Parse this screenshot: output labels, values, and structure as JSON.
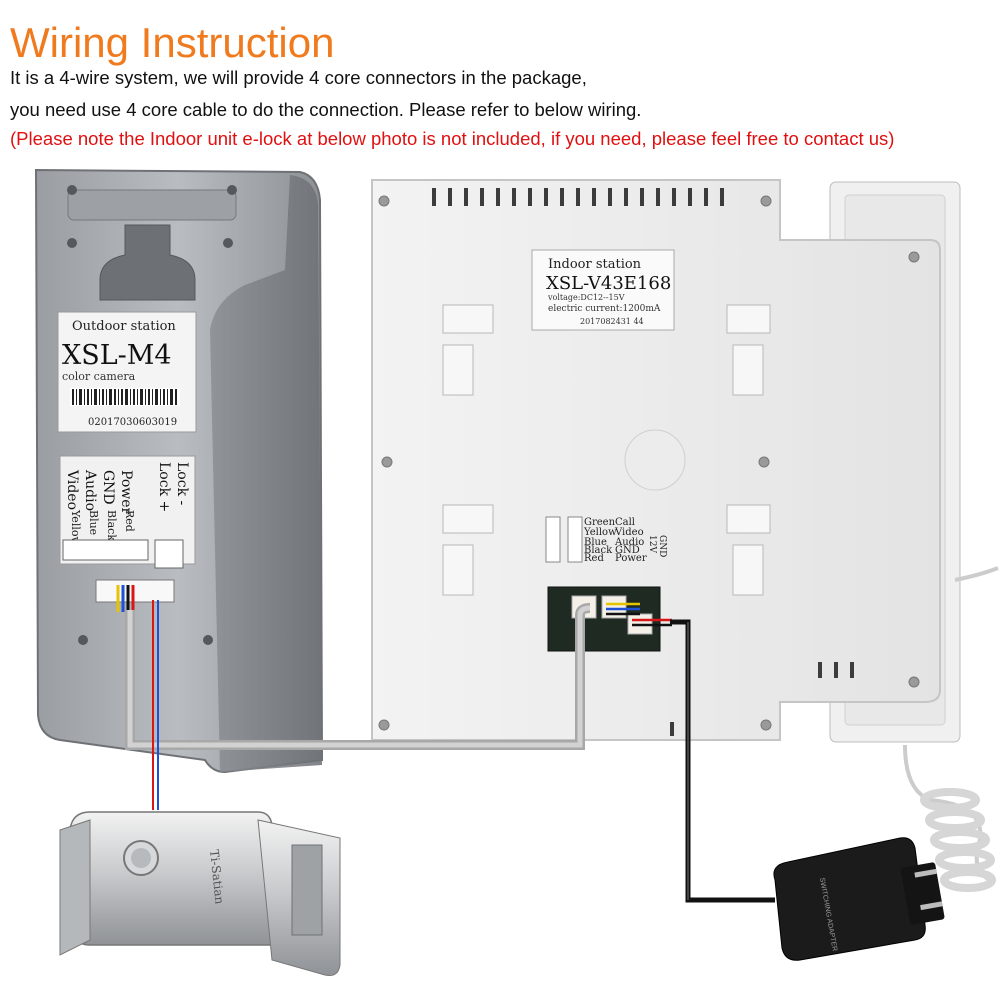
{
  "header": {
    "title": "Wiring Instruction",
    "line1": "It is a 4-wire system, we will provide 4 core connectors in the package,",
    "line2": "you need use 4 core cable to do the connection. Please refer to below wiring.",
    "note": "(Please note the Indoor unit e-lock at below photo is not included, if you need, please feel free to contact us)"
  },
  "outdoor": {
    "label_title": "Outdoor station",
    "model": "XSL-M4",
    "subtitle": "color camera",
    "serial": "02017030603019",
    "terminals": [
      "Video",
      "Audio",
      "GND",
      "Power"
    ],
    "wire_colors": [
      "Yellow",
      "Blue",
      "Black",
      "Red"
    ],
    "lock_terminals": [
      "Lock +",
      "Lock -"
    ]
  },
  "indoor": {
    "label_title": "Indoor station",
    "model": "XSL-V43E168",
    "voltage": "voltage:DC12--15V",
    "current": "electric current:1200mA",
    "serial": "2017082431 44",
    "wire_colors": [
      "Green",
      "Yellow",
      "Blue",
      "Black",
      "Red"
    ],
    "terminals": [
      "Call",
      "Video",
      "Audio",
      "GND",
      "Power"
    ],
    "power_label": "12V",
    "power_label2": "GND"
  },
  "lock": {
    "brand": "Ti-Satian"
  },
  "adapter": {
    "text": "SWITCHING ADAPTER"
  },
  "colors": {
    "title": "#f07a1e",
    "note": "#e01010"
  }
}
